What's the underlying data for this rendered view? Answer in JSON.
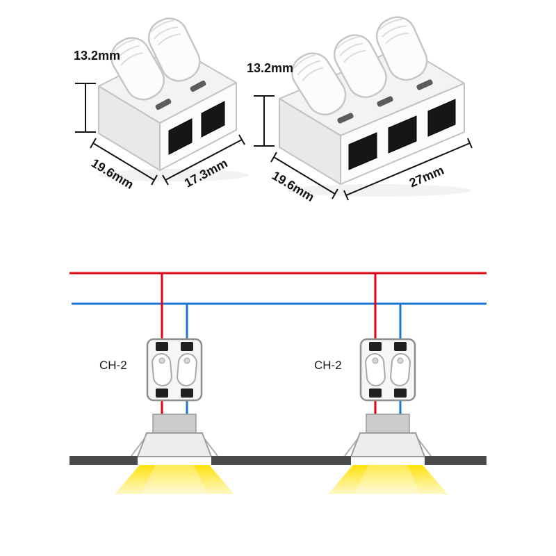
{
  "products": [
    {
      "height": "13.2mm",
      "depth": "19.6mm",
      "width": "17.3mm"
    },
    {
      "height": "13.2mm",
      "depth": "19.6mm",
      "width": "27mm"
    }
  ],
  "wiring": {
    "connectors": [
      {
        "label": "CH-2"
      },
      {
        "label": "CH-2"
      }
    ],
    "colors": {
      "live_wire": "#e60012",
      "neutral_wire": "#1b75d2",
      "ceiling": "#4a4a4a",
      "beam": "#ffe000"
    }
  }
}
